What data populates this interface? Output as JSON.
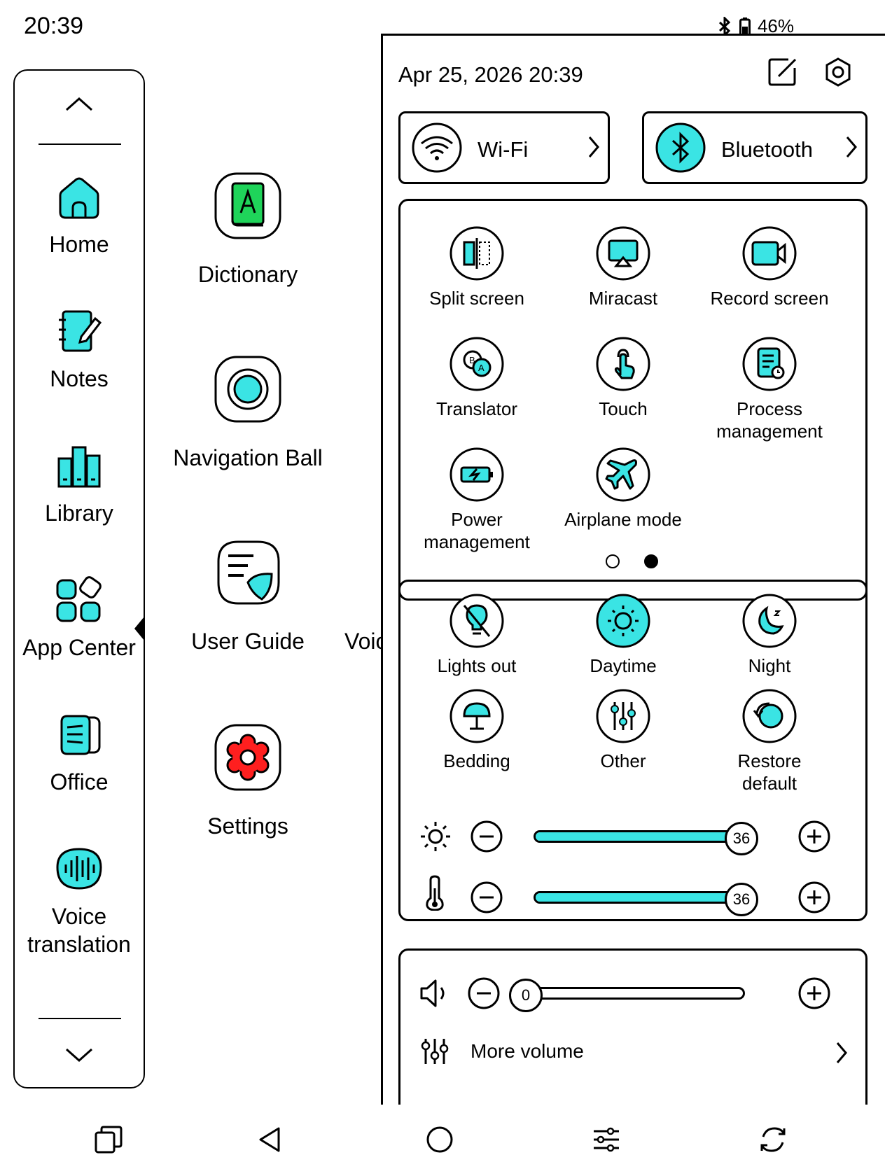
{
  "status_bar": {
    "time": "20:39",
    "bluetooth_icon": "bluetooth-icon",
    "battery_icon": "battery-icon",
    "battery_percent": "46%"
  },
  "sidebar": {
    "scroll_up_icon": "chevron-up-icon",
    "scroll_down_icon": "chevron-down-icon",
    "items": [
      {
        "label": "Home",
        "icon": "home-icon"
      },
      {
        "label": "Notes",
        "icon": "notes-icon"
      },
      {
        "label": "Library",
        "icon": "library-icon"
      },
      {
        "label": "App Center",
        "icon": "app-center-icon"
      },
      {
        "label": "Office",
        "icon": "office-icon"
      },
      {
        "label": "Voice\ntranslation",
        "icon": "voice-translation-icon"
      }
    ]
  },
  "apps": [
    {
      "label": "Dictionary",
      "icon": "dictionary-icon"
    },
    {
      "label": "Navigation Ball",
      "icon": "navigation-ball-icon"
    },
    {
      "label": "User Guide",
      "icon": "user-guide-icon"
    },
    {
      "label": "Settings",
      "icon": "settings-app-icon"
    }
  ],
  "apps_partial_label": "Voice",
  "panel": {
    "datetime": "Apr 25, 2026  20:39",
    "wifi_label": "Wi-Fi",
    "bluetooth_label": "Bluetooth",
    "toggles": [
      {
        "label": "Split screen",
        "icon": "split-screen-icon"
      },
      {
        "label": "Miracast",
        "icon": "miracast-icon"
      },
      {
        "label": "Record screen",
        "icon": "record-screen-icon"
      },
      {
        "label": "Translator",
        "icon": "translator-icon"
      },
      {
        "label": "Touch",
        "icon": "touch-icon"
      },
      {
        "label": "Process\nmanagement",
        "icon": "process-management-icon"
      },
      {
        "label": "Power\nmanagement",
        "icon": "power-management-icon"
      },
      {
        "label": "Airplane mode",
        "icon": "airplane-icon"
      }
    ],
    "page_indicator": {
      "pages": 2,
      "current": 2
    },
    "light_presets": [
      {
        "label": "Lights out",
        "icon": "lights-out-icon"
      },
      {
        "label": "Daytime",
        "icon": "daytime-icon",
        "active": true
      },
      {
        "label": "Night",
        "icon": "night-icon"
      },
      {
        "label": "Bedding",
        "icon": "bedding-lamp-icon"
      },
      {
        "label": "Other",
        "icon": "sliders-icon"
      },
      {
        "label": "Restore\ndefault",
        "icon": "restore-icon"
      }
    ],
    "brightness": {
      "value": "36",
      "fraction": 1.0,
      "icon": "brightness-icon"
    },
    "color_temperature": {
      "value": "36",
      "fraction": 1.0,
      "icon": "thermometer-icon"
    },
    "volume": {
      "value": "0",
      "fraction": 0.0,
      "icon": "speaker-icon"
    },
    "more_volume_label": "More volume",
    "accent_color": "#3ae4e4"
  },
  "navbar": {
    "buttons": [
      "recent-apps-icon",
      "back-icon",
      "home-circle-icon",
      "quick-settings-icon",
      "refresh-icon"
    ]
  }
}
